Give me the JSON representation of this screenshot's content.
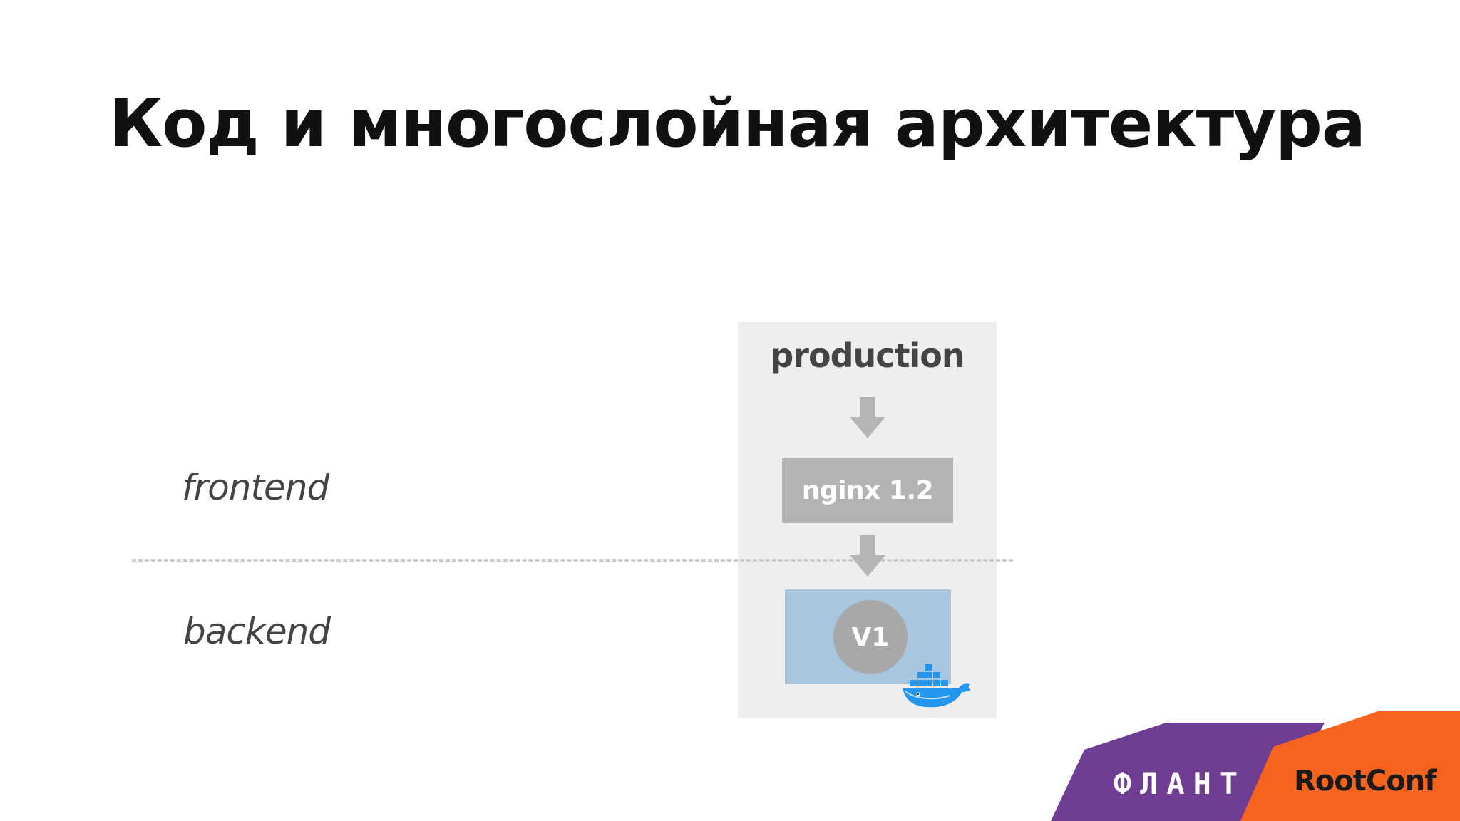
{
  "slide": {
    "title": "Код и многослойная архитектура"
  },
  "layers": {
    "frontend": "frontend",
    "backend": "backend"
  },
  "environment": {
    "name": "production",
    "proxy_label": "nginx 1.2",
    "backend_version": "V1"
  },
  "icons": {
    "arrow": "down-arrow-icon",
    "container": "docker-whale-icon"
  },
  "branding": {
    "company": "ФЛАНТ",
    "conference": "RootConf"
  },
  "colors": {
    "panel_bg": "#eeeeee",
    "proxy_bg": "#b3b3b3",
    "backend_bg": "#a9c6e1",
    "version_bg": "#a8a8a8",
    "arrow": "#b5b5b5",
    "flant_purple": "#6f3d93",
    "rootconf_orange": "#f5631d",
    "docker_blue": "#2496ed"
  }
}
